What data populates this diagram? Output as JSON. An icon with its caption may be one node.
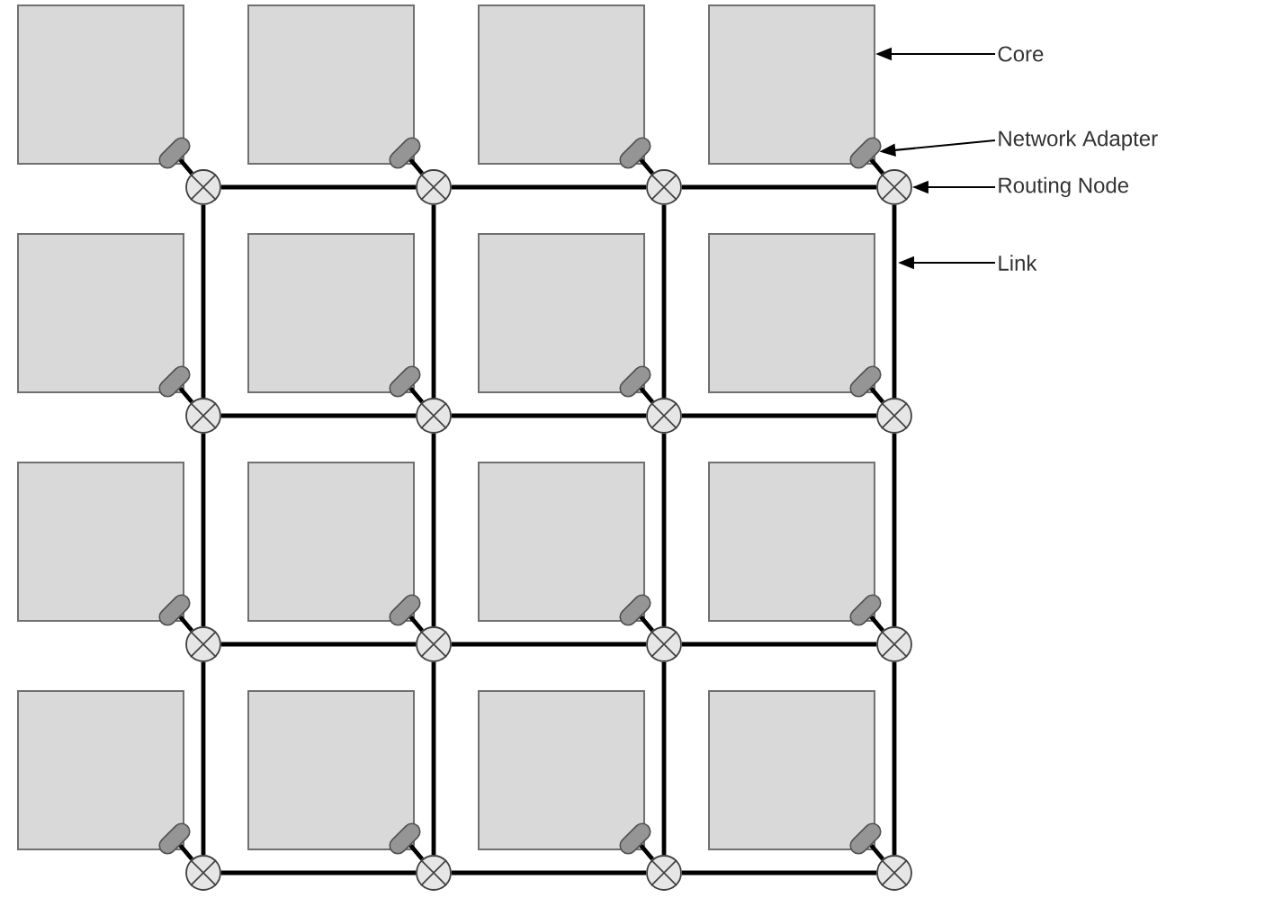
{
  "diagram": {
    "nodes": [
      {
        "text": [],
        "shape": "box"
      },
      {
        "text": [],
        "shape": "box"
      },
      {
        "text": [],
        "shape": "box"
      },
      {
        "text": [],
        "shape": "box"
      },
      {
        "text": [],
        "shape": "box"
      },
      {
        "text": [],
        "shape": "box"
      },
      {
        "text": [],
        "shape": "box"
      },
      {
        "text": [],
        "shape": "box"
      },
      {
        "text": [],
        "shape": "box"
      },
      {
        "text": [],
        "shape": "box"
      },
      {
        "text": [],
        "shape": "box"
      },
      {
        "text": [],
        "shape": "box"
      },
      {
        "text": [],
        "shape": "box"
      },
      {
        "text": [],
        "shape": "box"
      },
      {
        "text": [],
        "shape": "box"
      },
      {
        "text": [],
        "shape": "box"
      },
      {
        "text": [],
        "shape": "capsule"
      },
      {
        "text": [],
        "shape": "capsule"
      },
      {
        "text": [],
        "shape": "capsule"
      },
      {
        "text": [],
        "shape": "capsule"
      },
      {
        "text": [],
        "shape": "capsule"
      },
      {
        "text": [],
        "shape": "capsule"
      },
      {
        "text": [],
        "shape": "capsule"
      },
      {
        "text": [],
        "shape": "capsule"
      },
      {
        "text": [],
        "shape": "capsule"
      },
      {
        "text": [],
        "shape": "capsule"
      },
      {
        "text": [],
        "shape": "capsule"
      },
      {
        "text": [],
        "shape": "capsule"
      },
      {
        "text": [],
        "shape": "capsule"
      },
      {
        "text": [],
        "shape": "capsule"
      },
      {
        "text": [],
        "shape": "capsule"
      },
      {
        "text": [],
        "shape": "capsule"
      },
      {
        "text": [],
        "shape": "circle"
      },
      {
        "text": [],
        "shape": "circle"
      },
      {
        "text": [],
        "shape": "circle"
      },
      {
        "text": [],
        "shape": "circle"
      },
      {
        "text": [],
        "shape": "circle"
      },
      {
        "text": [],
        "shape": "circle"
      },
      {
        "text": [],
        "shape": "circle"
      },
      {
        "text": [],
        "shape": "circle"
      },
      {
        "text": [],
        "shape": "circle"
      },
      {
        "text": [],
        "shape": "circle"
      },
      {
        "text": [],
        "shape": "circle"
      },
      {
        "text": [],
        "shape": "circle"
      },
      {
        "text": [],
        "shape": "circle"
      },
      {
        "text": [],
        "shape": "circle"
      },
      {
        "text": [],
        "shape": "circle"
      },
      {
        "text": [],
        "shape": "circle"
      },
      {
        "text": [
          "Core"
        ]
      },
      {
        "text": [
          "Network Adapter"
        ]
      },
      {
        "text": [
          "Routing Node"
        ]
      },
      {
        "text": [
          "Link"
        ]
      }
    ],
    "edges": [
      {
        "from": 32,
        "to": 33,
        "arrow": "none"
      },
      {
        "from": 33,
        "to": 34,
        "arrow": "none"
      },
      {
        "from": 34,
        "to": 35,
        "arrow": "none"
      },
      {
        "from": 36,
        "to": 37,
        "arrow": "none"
      },
      {
        "from": 37,
        "to": 38,
        "arrow": "none"
      },
      {
        "from": 38,
        "to": 39,
        "arrow": "none"
      },
      {
        "from": 40,
        "to": 41,
        "arrow": "none"
      },
      {
        "from": 41,
        "to": 42,
        "arrow": "none"
      },
      {
        "from": 42,
        "to": 43,
        "arrow": "none"
      },
      {
        "from": 44,
        "to": 45,
        "arrow": "none"
      },
      {
        "from": 45,
        "to": 46,
        "arrow": "none"
      },
      {
        "from": 46,
        "to": 47,
        "arrow": "none"
      },
      {
        "from": 32,
        "to": 36,
        "arrow": "none"
      },
      {
        "from": 36,
        "to": 40,
        "arrow": "none"
      },
      {
        "from": 40,
        "to": 44,
        "arrow": "none"
      },
      {
        "from": 33,
        "to": 37,
        "arrow": "none"
      },
      {
        "from": 37,
        "to": 41,
        "arrow": "none"
      },
      {
        "from": 41,
        "to": 45,
        "arrow": "none"
      },
      {
        "from": 34,
        "to": 38,
        "arrow": "none"
      },
      {
        "from": 38,
        "to": 42,
        "arrow": "none"
      },
      {
        "from": 42,
        "to": 46,
        "arrow": "none"
      },
      {
        "from": 35,
        "to": 39,
        "arrow": "none"
      },
      {
        "from": 39,
        "to": 43,
        "arrow": "none"
      },
      {
        "from": 43,
        "to": 47,
        "arrow": "none"
      },
      {
        "from": 16,
        "to": 32,
        "arrow": "none"
      },
      {
        "from": 17,
        "to": 33,
        "arrow": "none"
      },
      {
        "from": 18,
        "to": 34,
        "arrow": "none"
      },
      {
        "from": 19,
        "to": 35,
        "arrow": "none"
      },
      {
        "from": 20,
        "to": 36,
        "arrow": "none"
      },
      {
        "from": 21,
        "to": 37,
        "arrow": "none"
      },
      {
        "from": 22,
        "to": 38,
        "arrow": "none"
      },
      {
        "from": 23,
        "to": 39,
        "arrow": "none"
      },
      {
        "from": 24,
        "to": 40,
        "arrow": "none"
      },
      {
        "from": 25,
        "to": 41,
        "arrow": "none"
      },
      {
        "from": 26,
        "to": 42,
        "arrow": "none"
      },
      {
        "from": 27,
        "to": 43,
        "arrow": "none"
      },
      {
        "from": 28,
        "to": 44,
        "arrow": "none"
      },
      {
        "from": 29,
        "to": 45,
        "arrow": "none"
      },
      {
        "from": 30,
        "to": 46,
        "arrow": "none"
      },
      {
        "from": 31,
        "to": 47,
        "arrow": "none"
      },
      {
        "from": 48,
        "to": 3,
        "arrow": "to"
      },
      {
        "from": 49,
        "to": 19,
        "arrow": "to"
      },
      {
        "from": 50,
        "to": 35,
        "arrow": "to"
      },
      {
        "from": 51,
        "to": null,
        "arrow": "to"
      }
    ]
  }
}
